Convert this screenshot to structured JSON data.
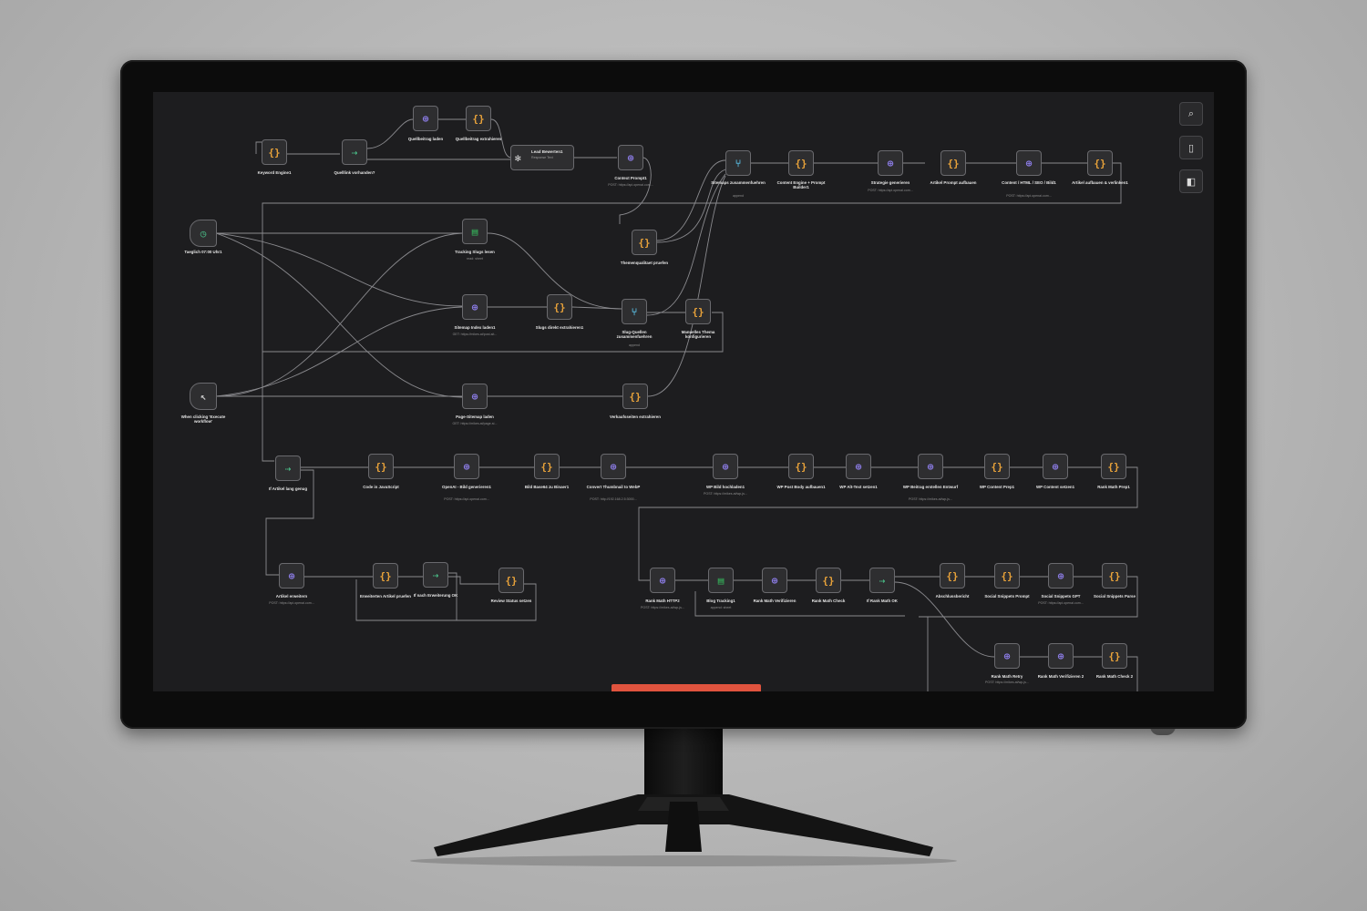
{
  "toolbar": {
    "search_icon": "search-icon",
    "notes_icon": "notes-icon",
    "panel_icon": "panel-icon"
  },
  "nodes": {
    "trigger_daily": {
      "label": "Taeglich 07:00 Uhr1",
      "icon": "clock-icon"
    },
    "trigger_manual": {
      "label": "When clicking 'Execute workflow'",
      "icon": "cursor-icon"
    },
    "keyword_engine": {
      "label": "Keyword Engine1",
      "icon": "code-icon"
    },
    "quelllink_vorhanden": {
      "label": "Quelllink vorhanden?",
      "icon": "if-icon"
    },
    "quellbeitrag_laden": {
      "label": "Quellbeitrag laden",
      "icon": "http-icon"
    },
    "quellbeitrag_extrahieren": {
      "label": "Quellbeitrag extrahieren",
      "icon": "code-icon"
    },
    "lead_bewerten": {
      "label": "Lead Bewerten1",
      "sub": "Response Text",
      "icon": "openai-icon"
    },
    "context_prompt": {
      "label": "Context Prompt1",
      "sub": "POST: https://api.openai.com...",
      "icon": "http-icon"
    },
    "themenqualitaet": {
      "label": "Themenqualitaet pruefen",
      "icon": "code-icon"
    },
    "sitemaps_zusammen": {
      "label": "Sitemaps zusammenfuehren",
      "sub": "append",
      "icon": "merge-icon"
    },
    "content_engine": {
      "label": "Content Engine + Prompt Builder1",
      "icon": "code-icon"
    },
    "strategie": {
      "label": "Strategie generieren",
      "sub": "POST: https://api.openai.com...",
      "icon": "http-icon"
    },
    "artikel_prompt": {
      "label": "Artikel Prompt aufbauen",
      "icon": "code-icon"
    },
    "content_html": {
      "label": "Content / HTML / SEO / Bild1",
      "sub": "POST: https://api.openai.com...",
      "icon": "http-icon"
    },
    "artikel_aufbauen": {
      "label": "Artikel aufbauen & verlinken1",
      "icon": "code-icon"
    },
    "tracking_slugs": {
      "label": "Tracking Slugs lesen",
      "sub": "read: sheet",
      "icon": "sheets-icon"
    },
    "sitemap_index": {
      "label": "Sitemap Index laden1",
      "sub": "GET: https://mikes.at/post-sit...",
      "icon": "http-icon"
    },
    "slugs_direkt": {
      "label": "Slugs direkt extrahieren1",
      "icon": "code-icon"
    },
    "slug_quellen": {
      "label": "Slug-Quellen zusammenfuehren",
      "sub": "append",
      "icon": "merge-icon"
    },
    "manuelles_thema": {
      "label": "Manuelles Thema konfigurieren",
      "icon": "code-icon"
    },
    "page_sitemap": {
      "label": "Page-Sitemap laden",
      "sub": "GET: https://mikes.at/page-si...",
      "icon": "http-icon"
    },
    "verkaufsseiten": {
      "label": "Verkaufsseiten extrahieren",
      "icon": "code-icon"
    },
    "if_artikel_lang": {
      "label": "If Artikel lang genug",
      "icon": "if-icon"
    },
    "code_js": {
      "label": "Code in JavaScript",
      "icon": "code-icon"
    },
    "openai_bild": {
      "label": "OpenAI - Bild generieren1",
      "sub": "POST: https://api.openai.com...",
      "icon": "http-icon"
    },
    "bild_base64": {
      "label": "Bild Base64 zu Binaer1",
      "icon": "code-icon"
    },
    "convert_thumbnail": {
      "label": "Convert Thumbnail to WebP",
      "sub": "POST: http://192.168.2.5:3000...",
      "icon": "http-icon"
    },
    "wp_bild": {
      "label": "WP Bild hochladen1",
      "sub": "POST: https://mikes.at/wp-js...",
      "icon": "http-icon"
    },
    "wp_post_body": {
      "label": "WP Post Body aufbauen1",
      "icon": "code-icon"
    },
    "wp_alt_text": {
      "label": "WP Alt-Text setzen1",
      "icon": "http-icon"
    },
    "wp_beitrag": {
      "label": "WP Beitrag erstellen Entwurf",
      "sub": "POST: https://mikes.at/wp-js...",
      "icon": "http-icon"
    },
    "wp_content_prep": {
      "label": "WP Content Prep1",
      "icon": "code-icon"
    },
    "wp_content_setzen": {
      "label": "WP Content setzen1",
      "icon": "http-icon"
    },
    "rank_math_prep": {
      "label": "Rank Math Prep1",
      "icon": "code-icon"
    },
    "artikel_erweitern": {
      "label": "Artikel erweitern",
      "sub": "POST: https://api.openai.com...",
      "icon": "http-icon"
    },
    "erweiterten_artikel": {
      "label": "Erweiterten Artikel pruefen",
      "icon": "code-icon"
    },
    "if_nach_erweiterung": {
      "label": "If nach Erweiterung OK",
      "icon": "if-icon"
    },
    "review_status": {
      "label": "Review Status setzen",
      "icon": "code-icon"
    },
    "rank_math_http": {
      "label": "Rank Math HTTP2",
      "sub": "POST: https://mikes.at/wp-js...",
      "icon": "http-icon"
    },
    "blog_tracking": {
      "label": "Blog Tracking1",
      "sub": "append: sheet",
      "icon": "sheets-icon"
    },
    "rank_math_verifizieren": {
      "label": "Rank Math Verifizieren",
      "icon": "http-icon"
    },
    "rank_math_check": {
      "label": "Rank Math Check",
      "icon": "code-icon"
    },
    "if_rank_math_ok": {
      "label": "If Rank Math OK",
      "icon": "if-icon"
    },
    "abschlussbericht": {
      "label": "Abschlussbericht",
      "icon": "code-icon"
    },
    "social_prompt": {
      "label": "Social Snippets Prompt",
      "icon": "code-icon"
    },
    "social_gpt": {
      "label": "Social Snippets GPT",
      "sub": "POST: https://api.openai.com...",
      "icon": "http-icon"
    },
    "social_parse": {
      "label": "Social Snippets Parse",
      "icon": "code-icon"
    },
    "rank_math_retry": {
      "label": "Rank Math Retry",
      "sub": "POST: https://mikes.at/wp-js...",
      "icon": "http-icon"
    },
    "rank_math_verifizieren_2": {
      "label": "Rank Math Verifizieren 2",
      "icon": "http-icon"
    },
    "rank_math_check_2": {
      "label": "Rank Math Check 2",
      "icon": "code-icon"
    }
  },
  "colors": {
    "canvas": "#1d1d1f",
    "node_bg": "#2e2e30",
    "edge": "#8a8a8e",
    "code_icon": "#e8a23a",
    "http_icon": "#8d7de8",
    "if_icon": "#49b884",
    "run_bar": "#e0533e"
  }
}
